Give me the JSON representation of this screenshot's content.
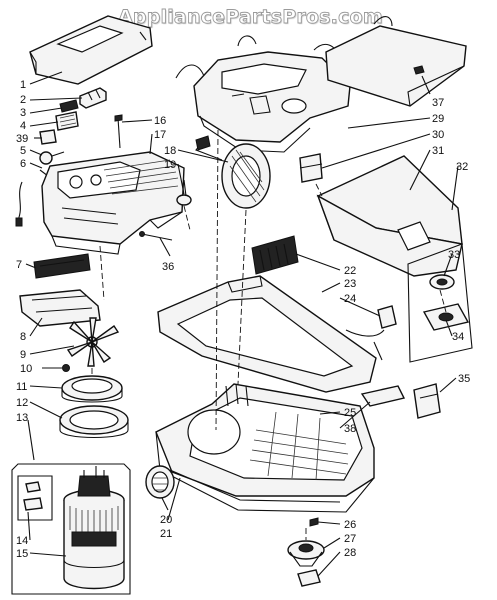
{
  "watermark": "AppliancePartsPros.com",
  "callouts": [
    {
      "id": "1",
      "label": "1"
    },
    {
      "id": "2",
      "label": "2"
    },
    {
      "id": "3",
      "label": "3"
    },
    {
      "id": "4",
      "label": "4"
    },
    {
      "id": "39",
      "label": "39"
    },
    {
      "id": "5",
      "label": "5"
    },
    {
      "id": "6",
      "label": "6"
    },
    {
      "id": "7",
      "label": "7"
    },
    {
      "id": "8",
      "label": "8"
    },
    {
      "id": "9",
      "label": "9"
    },
    {
      "id": "10",
      "label": "10"
    },
    {
      "id": "11",
      "label": "11"
    },
    {
      "id": "12",
      "label": "12"
    },
    {
      "id": "13",
      "label": "13"
    },
    {
      "id": "14",
      "label": "14"
    },
    {
      "id": "15",
      "label": "15"
    },
    {
      "id": "16",
      "label": "16"
    },
    {
      "id": "17",
      "label": "17"
    },
    {
      "id": "18",
      "label": "18"
    },
    {
      "id": "19",
      "label": "19"
    },
    {
      "id": "36",
      "label": "36"
    },
    {
      "id": "20",
      "label": "20"
    },
    {
      "id": "21",
      "label": "21"
    },
    {
      "id": "37",
      "label": "37"
    },
    {
      "id": "29",
      "label": "29"
    },
    {
      "id": "30",
      "label": "30"
    },
    {
      "id": "31",
      "label": "31"
    },
    {
      "id": "32",
      "label": "32"
    },
    {
      "id": "33",
      "label": "33"
    },
    {
      "id": "34",
      "label": "34"
    },
    {
      "id": "22",
      "label": "22"
    },
    {
      "id": "23",
      "label": "23"
    },
    {
      "id": "24",
      "label": "24"
    },
    {
      "id": "35",
      "label": "35"
    },
    {
      "id": "25",
      "label": "25"
    },
    {
      "id": "38",
      "label": "38"
    },
    {
      "id": "26",
      "label": "26"
    },
    {
      "id": "27",
      "label": "27"
    },
    {
      "id": "28",
      "label": "28"
    }
  ]
}
